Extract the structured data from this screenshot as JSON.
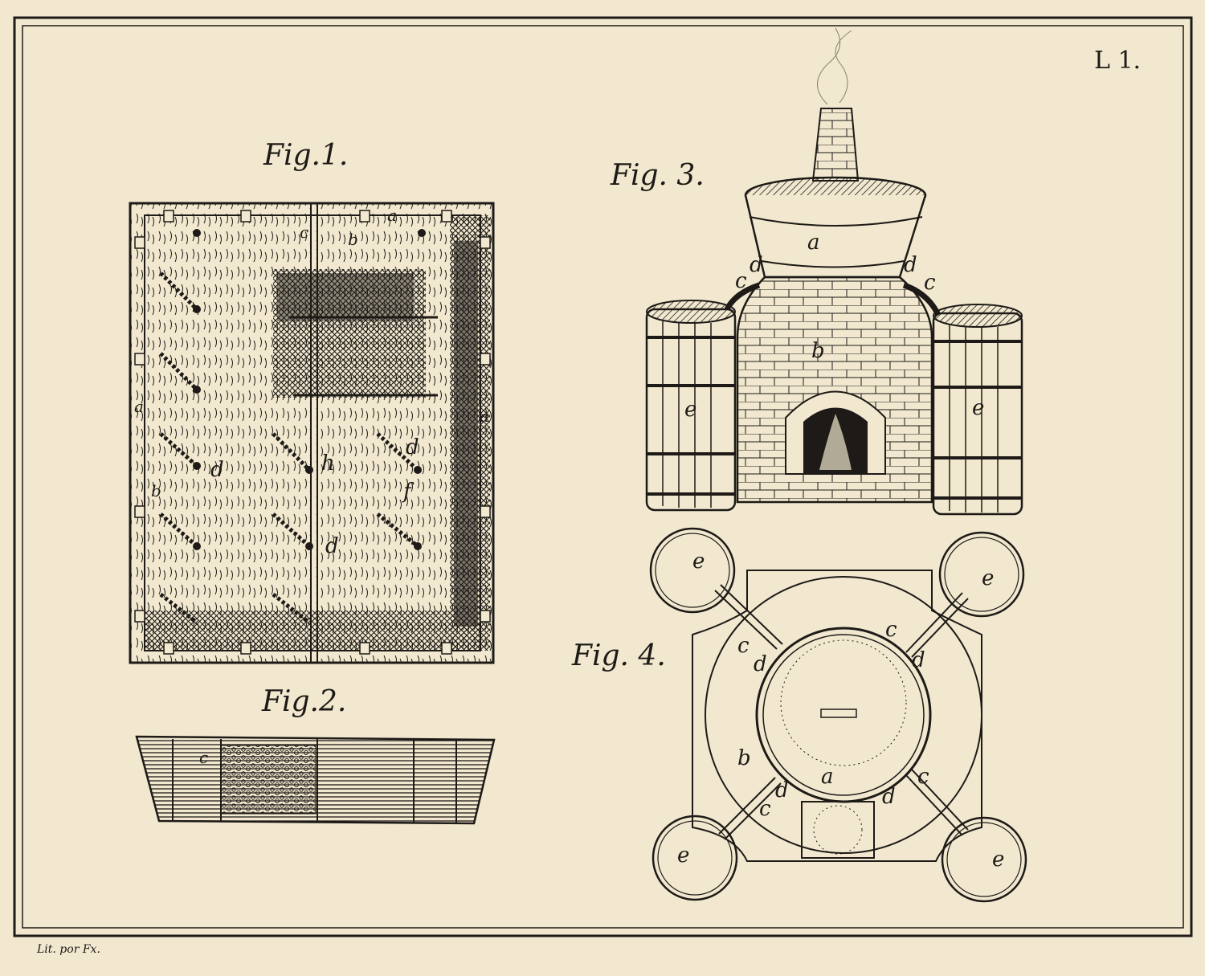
{
  "plate_number": "L 1.",
  "credit": "Lit. por Fx.",
  "fig1": {
    "title": "Fig.1.",
    "labels": {
      "a_top": "a",
      "a_left": "a",
      "a_right": "a",
      "b_top": "b",
      "b_left": "b",
      "c": "c",
      "d_left": "d",
      "d_center": "d",
      "d_right": "d",
      "f": "f",
      "h": "h"
    }
  },
  "fig2": {
    "title": "Fig.2.",
    "labels": {
      "c": "c"
    }
  },
  "fig3": {
    "title": "Fig. 3.",
    "labels": {
      "a": "a",
      "b": "b",
      "c_left": "c",
      "c_right": "c",
      "d_left": "d",
      "d_right": "d",
      "e_left": "e",
      "e_right": "e"
    }
  },
  "fig4": {
    "title": "Fig. 4.",
    "labels": {
      "e_tl": "e",
      "e_tr": "e",
      "e_bl": "e",
      "e_br": "e",
      "c_tl": "c",
      "d_tl": "d",
      "c_tr": "c",
      "d_tr": "d",
      "b": "b",
      "a": "a",
      "d_bl": "d",
      "c_bl": "c",
      "d_br": "d",
      "c_br": "c"
    }
  },
  "colors": {
    "paper": "#f1e8cf",
    "ink": "#1d1a17"
  }
}
